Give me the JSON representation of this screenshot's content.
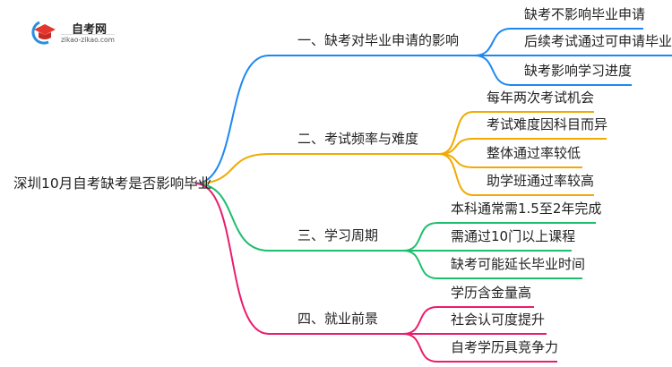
{
  "logo": {
    "name": "自考网",
    "url": "zikao-zikao.com"
  },
  "root": "深圳10月自考缺考是否影响毕业",
  "colors": {
    "blue": "#1e88f0",
    "orange": "#f2aa00",
    "green": "#1dbf6e",
    "pink": "#ea1c6e"
  },
  "branches": [
    {
      "label": "一、缺考对毕业申请的影响",
      "color": "#1e88f0",
      "children": [
        "缺考不影响毕业申请",
        "后续考试通过可申请毕业",
        "缺考影响学习进度"
      ]
    },
    {
      "label": "二、考试频率与难度",
      "color": "#f2aa00",
      "children": [
        "每年两次考试机会",
        "考试难度因科目而异",
        "整体通过率较低",
        "助学班通过率较高"
      ]
    },
    {
      "label": "三、学习周期",
      "color": "#1dbf6e",
      "children": [
        "本科通常需1.5至2年完成",
        "需通过10门以上课程",
        "缺考可能延长毕业时间"
      ]
    },
    {
      "label": "四、就业前景",
      "color": "#ea1c6e",
      "children": [
        "学历含金量高",
        "社会认可度提升",
        "自考学历具竞争力"
      ]
    }
  ]
}
